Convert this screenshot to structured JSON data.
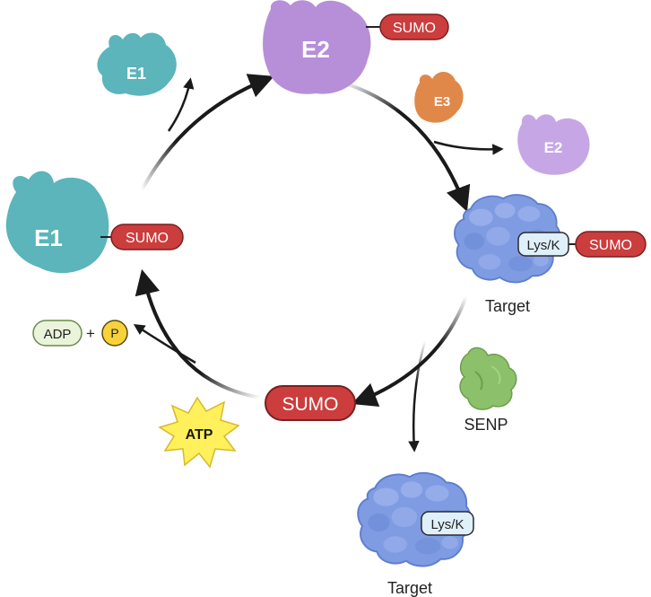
{
  "enzymes": {
    "e1_large": "E1",
    "e1_small": "E1",
    "e2_large": "E2",
    "e2_small": "E2",
    "e3": "E3"
  },
  "tags": {
    "sumo_on_e1": "SUMO",
    "sumo_on_e2": "SUMO",
    "sumo_on_target": "SUMO",
    "sumo_free": "SUMO",
    "lys_on_target": "Lys/K",
    "lys_on_free_target": "Lys/K"
  },
  "labels": {
    "target_top": "Target",
    "target_bottom": "Target",
    "senp": "SENP",
    "atp": "ATP",
    "adp": "ADP",
    "plus": "+",
    "phosphate": "P"
  },
  "colors": {
    "e1": "#5bb5bb",
    "e2": "#b68fd8",
    "e3": "#e0884a",
    "sumo": "#cc3d3d",
    "target": "#7f9ce3",
    "senp": "#8cc06a",
    "atp": "#fff05c",
    "phosphate": "#f7d23a",
    "adp": "#e9f4da"
  }
}
